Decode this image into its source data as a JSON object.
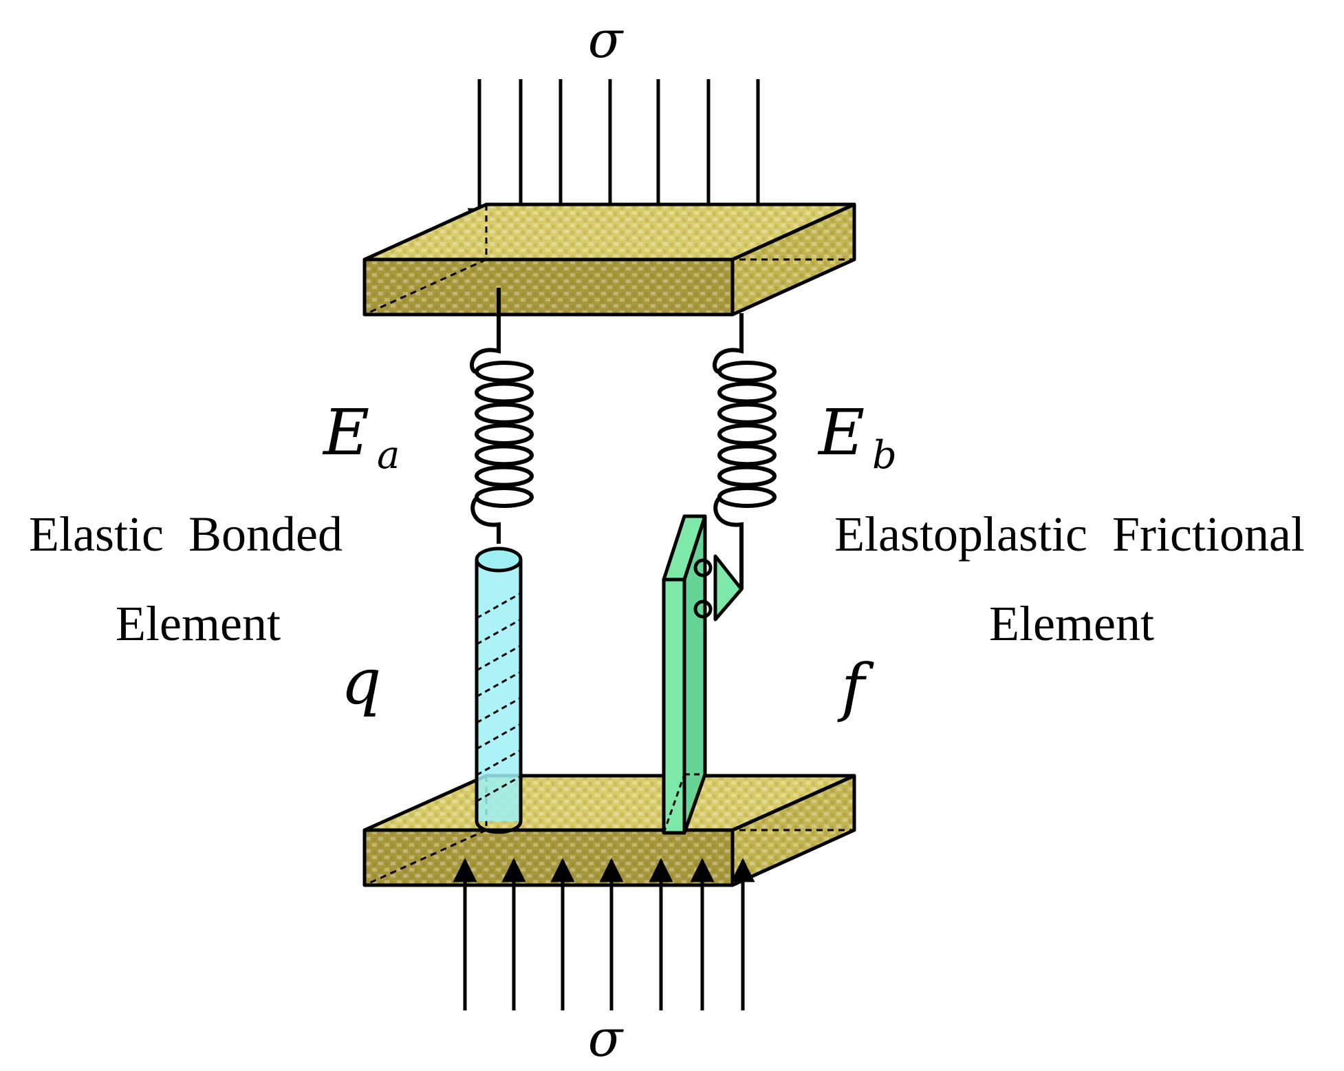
{
  "diagram": {
    "top_load_symbol": "σ",
    "bottom_load_symbol": "σ",
    "spring_a_label": {
      "main": "E",
      "sub": "a"
    },
    "spring_b_label": {
      "main": "E",
      "sub": "b"
    },
    "left_element_title_line1": "Elastic  Bonded",
    "left_element_title_line2": "Element",
    "right_element_title_line1": "Elastoplastic  Frictional",
    "right_element_title_line2": "Element",
    "bonded_variable": "q",
    "frictional_variable": "f",
    "colors": {
      "plate_top": "#d8cc6a",
      "plate_front": "#a8983c",
      "plate_side": "#c2b450",
      "bonded_rod": "#9ef0f4",
      "frictional_slider": "#7ee8a8",
      "stroke": "#000000"
    }
  }
}
